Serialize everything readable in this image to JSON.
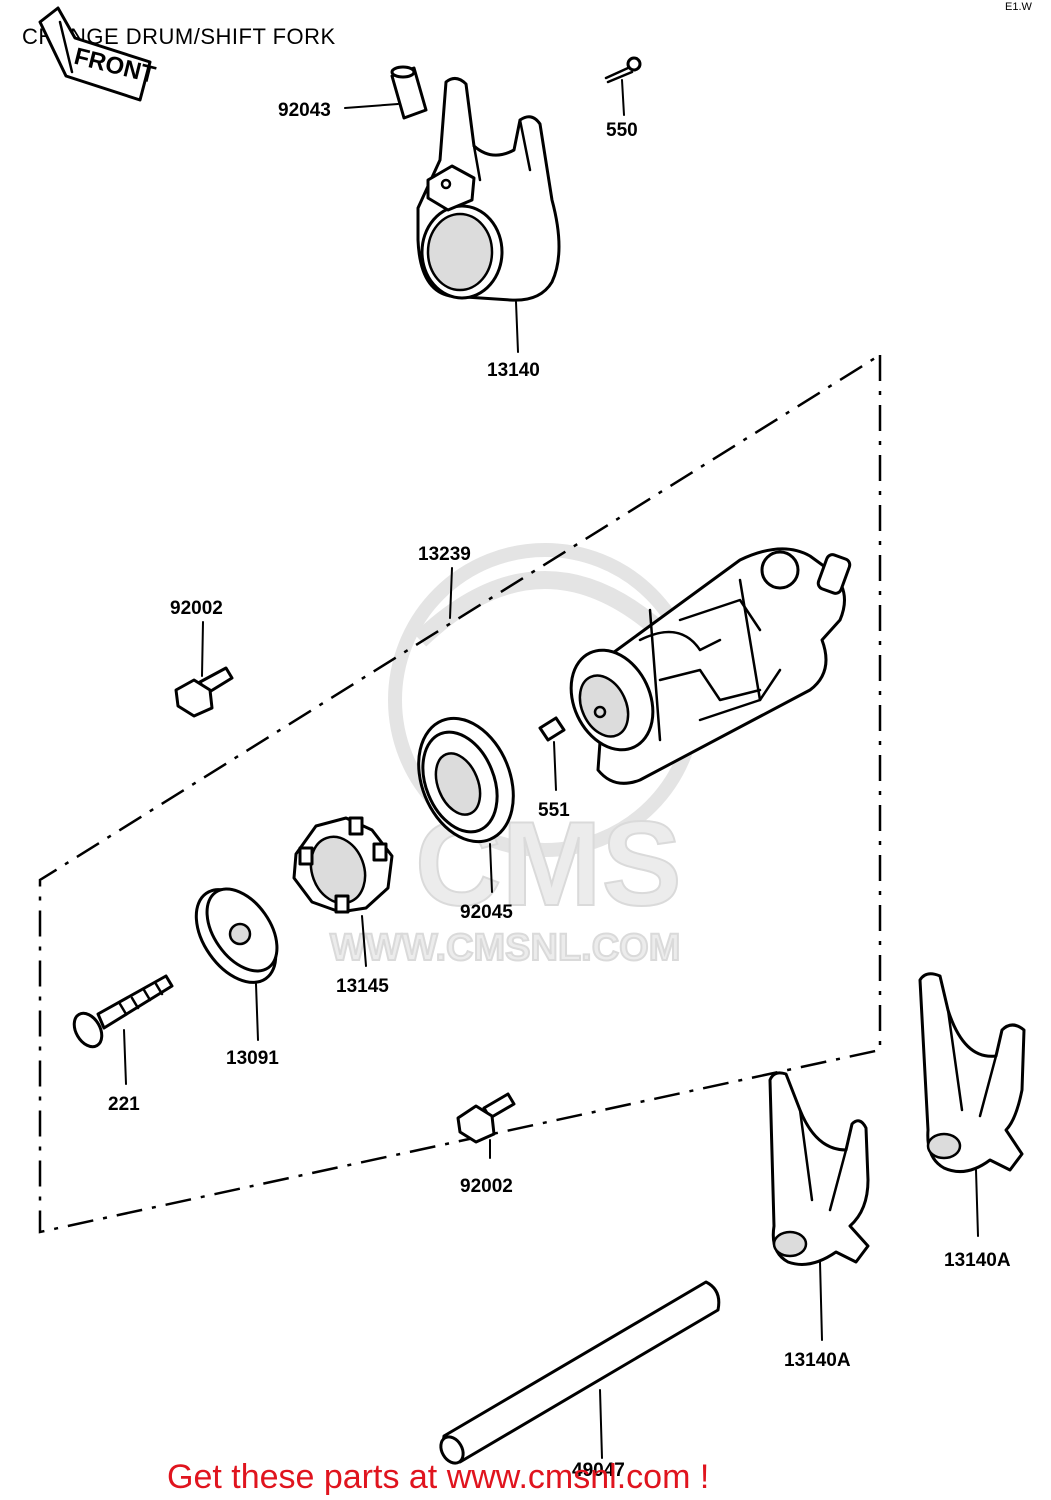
{
  "title": "CHANGE DRUM/SHIFT FORK",
  "corner_code": "E1.W",
  "front_label": "FRONT",
  "watermark": {
    "logo_text": "CMS",
    "url_text": "WWW.CMSNL.COM"
  },
  "parts": {
    "p92043": "92043",
    "p550": "550",
    "p13140": "13140",
    "p13239": "13239",
    "p92002_top": "92002",
    "p551": "551",
    "p92045": "92045",
    "p13145": "13145",
    "p13091": "13091",
    "p221": "221",
    "p92002_bottom": "92002",
    "p13140A_left": "13140A",
    "p13140A_right": "13140A",
    "p49047": "49047"
  },
  "footer": "Get these parts at www.cmsnl.com !",
  "colors": {
    "line": "#000000",
    "footer": "#e0141e",
    "watermark": "#e6e6e6"
  }
}
